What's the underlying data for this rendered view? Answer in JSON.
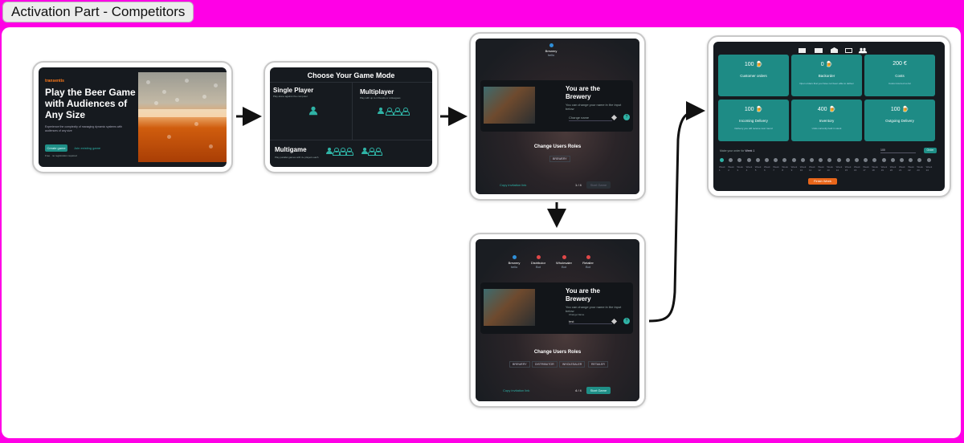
{
  "frame": {
    "title": "Activation Part - Competitors"
  },
  "screen1": {
    "brand": "transentis",
    "headline": "Play the Beer Game with Audiences of Any Size",
    "subtext": "Experience the complexity of managing dynamic systems with audiences of any size",
    "primary_btn": "Create game",
    "secondary_link": "Join existing game",
    "foot": "Free · no registration required"
  },
  "screen2": {
    "title": "Choose Your Game Mode",
    "modes": [
      {
        "label": "Single Player",
        "desc": "Play alone against the computer"
      },
      {
        "label": "Multiplayer",
        "desc": "Play with up to 4 friends or colleagues"
      },
      {
        "label": "Multigame",
        "desc": "Play parallel games with 4+ players each"
      }
    ]
  },
  "screen3": {
    "role_name": "Brewery",
    "role_user": "hello",
    "you_are": "You are the Brewery",
    "hint": "You can change your name in the input below",
    "name_placeholder": "Change name",
    "change_title": "Change Users Roles",
    "chips": [
      "BREWERY"
    ],
    "invite": "Copy invitation link",
    "count": "1 / 4",
    "start": "Start Game",
    "help": "?"
  },
  "screen4": {
    "roles": [
      {
        "name": "Brewery",
        "user": "hello",
        "color": "#2f8fd8"
      },
      {
        "name": "Distributor",
        "user": "Bot",
        "color": "#e04848"
      },
      {
        "name": "Wholesaler",
        "user": "Bot",
        "color": "#e04848"
      },
      {
        "name": "Retailer",
        "user": "Bot",
        "color": "#e04848"
      }
    ],
    "you_are": "You are the Brewery",
    "hint": "You can change your name in the input below",
    "name_label": "Change Name",
    "name_value": "test",
    "change_title": "Change Users Roles",
    "chips": [
      "BREWERY",
      "DISTRIBUTOR",
      "WHOLESALER",
      "RETAILER"
    ],
    "invite": "Copy invitation link",
    "count": "4 / 4",
    "start": "Start Game",
    "help": "?"
  },
  "screen5": {
    "tiles": [
      {
        "value": "100",
        "unit": "🍺",
        "label": "Customer orders",
        "note": ""
      },
      {
        "value": "0",
        "unit": "🍺",
        "label": "Backorder",
        "note": "Open orders that you have not been able to deliver"
      },
      {
        "value": "200",
        "unit": "€",
        "label": "Costs",
        "note": "Costs incurred so far"
      },
      {
        "value": "100",
        "unit": "🍺",
        "label": "Incoming Delivery",
        "note": "Delivery you will receive next round"
      },
      {
        "value": "400",
        "unit": "🍺",
        "label": "Inventory",
        "note": "Units currently held in stock"
      },
      {
        "value": "100",
        "unit": "🍺",
        "label": "Outgoing Delivery",
        "note": ""
      }
    ],
    "order_prompt": "Make your order for",
    "week_label": "Week 1",
    "order_input": "100",
    "order_btn": "Order",
    "week_word": "Week",
    "weeks": [
      "1",
      "2",
      "3",
      "4",
      "5",
      "6",
      "7",
      "8",
      "9",
      "10",
      "11",
      "12",
      "13",
      "14",
      "15",
      "16",
      "17",
      "18",
      "19",
      "20",
      "21",
      "22",
      "23",
      "24"
    ],
    "cta": "Finish Week",
    "accent": "#1e8b85",
    "cta_color": "#e8661a"
  }
}
